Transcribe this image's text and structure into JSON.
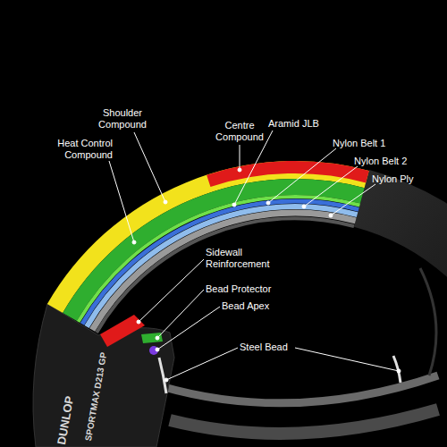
{
  "diagram": {
    "labels": [
      "Centre Compound",
      "Shoulder Compound",
      "Aramid JLB",
      "Nylon Belt 1",
      "Nylon Belt 2",
      "Nylon Ply",
      "Heat Control Compound",
      "Sidewall Reinforcement",
      "Bead Protector",
      "Bead Apex",
      "Steel Bead",
      "DUNLOP",
      "SPORTMAX D213 GP"
    ]
  }
}
